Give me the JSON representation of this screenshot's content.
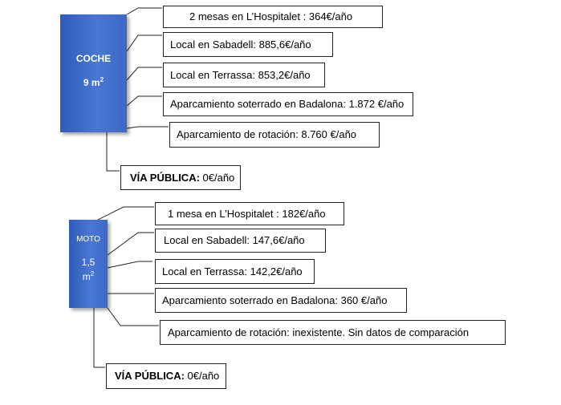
{
  "coche": {
    "title": "COCHE",
    "area_value": "9 m",
    "area_sup": "2",
    "options": [
      "2 mesas en L’Hospitalet : 364€/año",
      "Local en Sabadell: 885,6€/año",
      "Local en Terrassa: 853,2€/año",
      "Aparcamiento soterrado en Badalona: 1.872 €/año",
      "Aparcamiento de rotación: 8.760  €/año"
    ],
    "via_publica_bold": "VÍA PÚBLICA:",
    "via_publica_value": " 0€/año"
  },
  "moto": {
    "title": "MOTO",
    "area_value": "1,5",
    "area_unit": "m",
    "area_sup": "2",
    "options": [
      "1 mesa en L’Hospitalet : 182€/año",
      "Local en Sabadell: 147,6€/año",
      "Local en Terrassa: 142,2€/año",
      "Aparcamiento soterrado en Badalona: 360 €/año",
      "Aparcamiento de rotación: inexistente. Sin datos de comparación"
    ],
    "via_publica_bold": "VÍA PÚBLICA:",
    "via_publica_value": " 0€/año"
  },
  "colors": {
    "box_fill": "#4472c4",
    "text_on_box": "#ffffff"
  }
}
